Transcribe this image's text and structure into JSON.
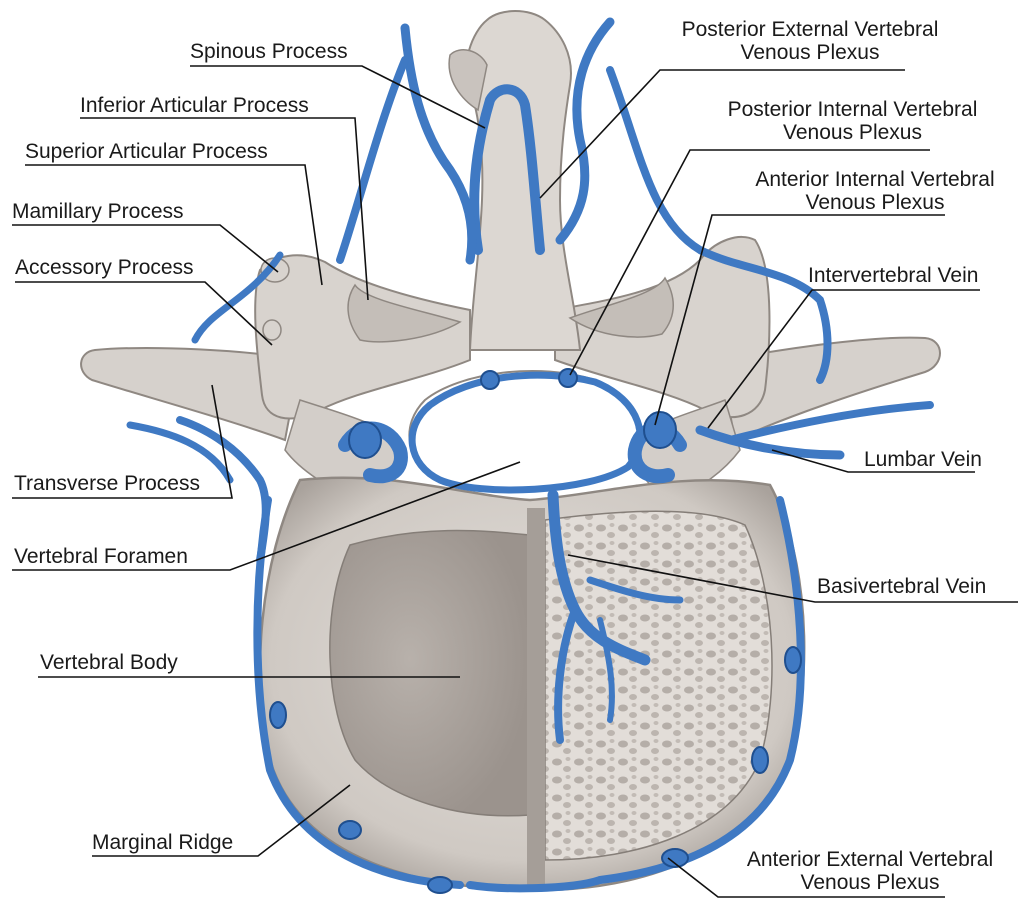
{
  "colors": {
    "bone": "#d9d4cf",
    "bone_dark": "#b3aca6",
    "bone_light": "#ece8e4",
    "vein": "#3f79c3",
    "vein_dark": "#1f4f8f",
    "line": "#111111",
    "text": "#1a1a1a"
  },
  "labels": {
    "spinous_process": "Spinous Process",
    "inferior_articular_process": "Inferior Articular Process",
    "superior_articular_process": "Superior Articular Process",
    "mamillary_process": "Mamillary Process",
    "accessory_process": "Accessory Process",
    "transverse_process": "Transverse Process",
    "vertebral_foramen": "Vertebral Foramen",
    "vertebral_body": "Vertebral Body",
    "marginal_ridge": "Marginal Ridge",
    "posterior_external_plexus_line1": "Posterior External Vertebral",
    "posterior_external_plexus_line2": "Venous Plexus",
    "posterior_internal_plexus_line1": "Posterior Internal Vertebral",
    "posterior_internal_plexus_line2": "Venous Plexus",
    "anterior_internal_plexus_line1": "Anterior Internal Vertebral",
    "anterior_internal_plexus_line2": "Venous Plexus",
    "intervertebral_vein": "Intervertebral Vein",
    "lumbar_vein": "Lumbar Vein",
    "basivertebral_vein": "Basivertebral Vein",
    "anterior_external_plexus_line1": "Anterior External Vertebral",
    "anterior_external_plexus_line2": "Venous Plexus"
  }
}
